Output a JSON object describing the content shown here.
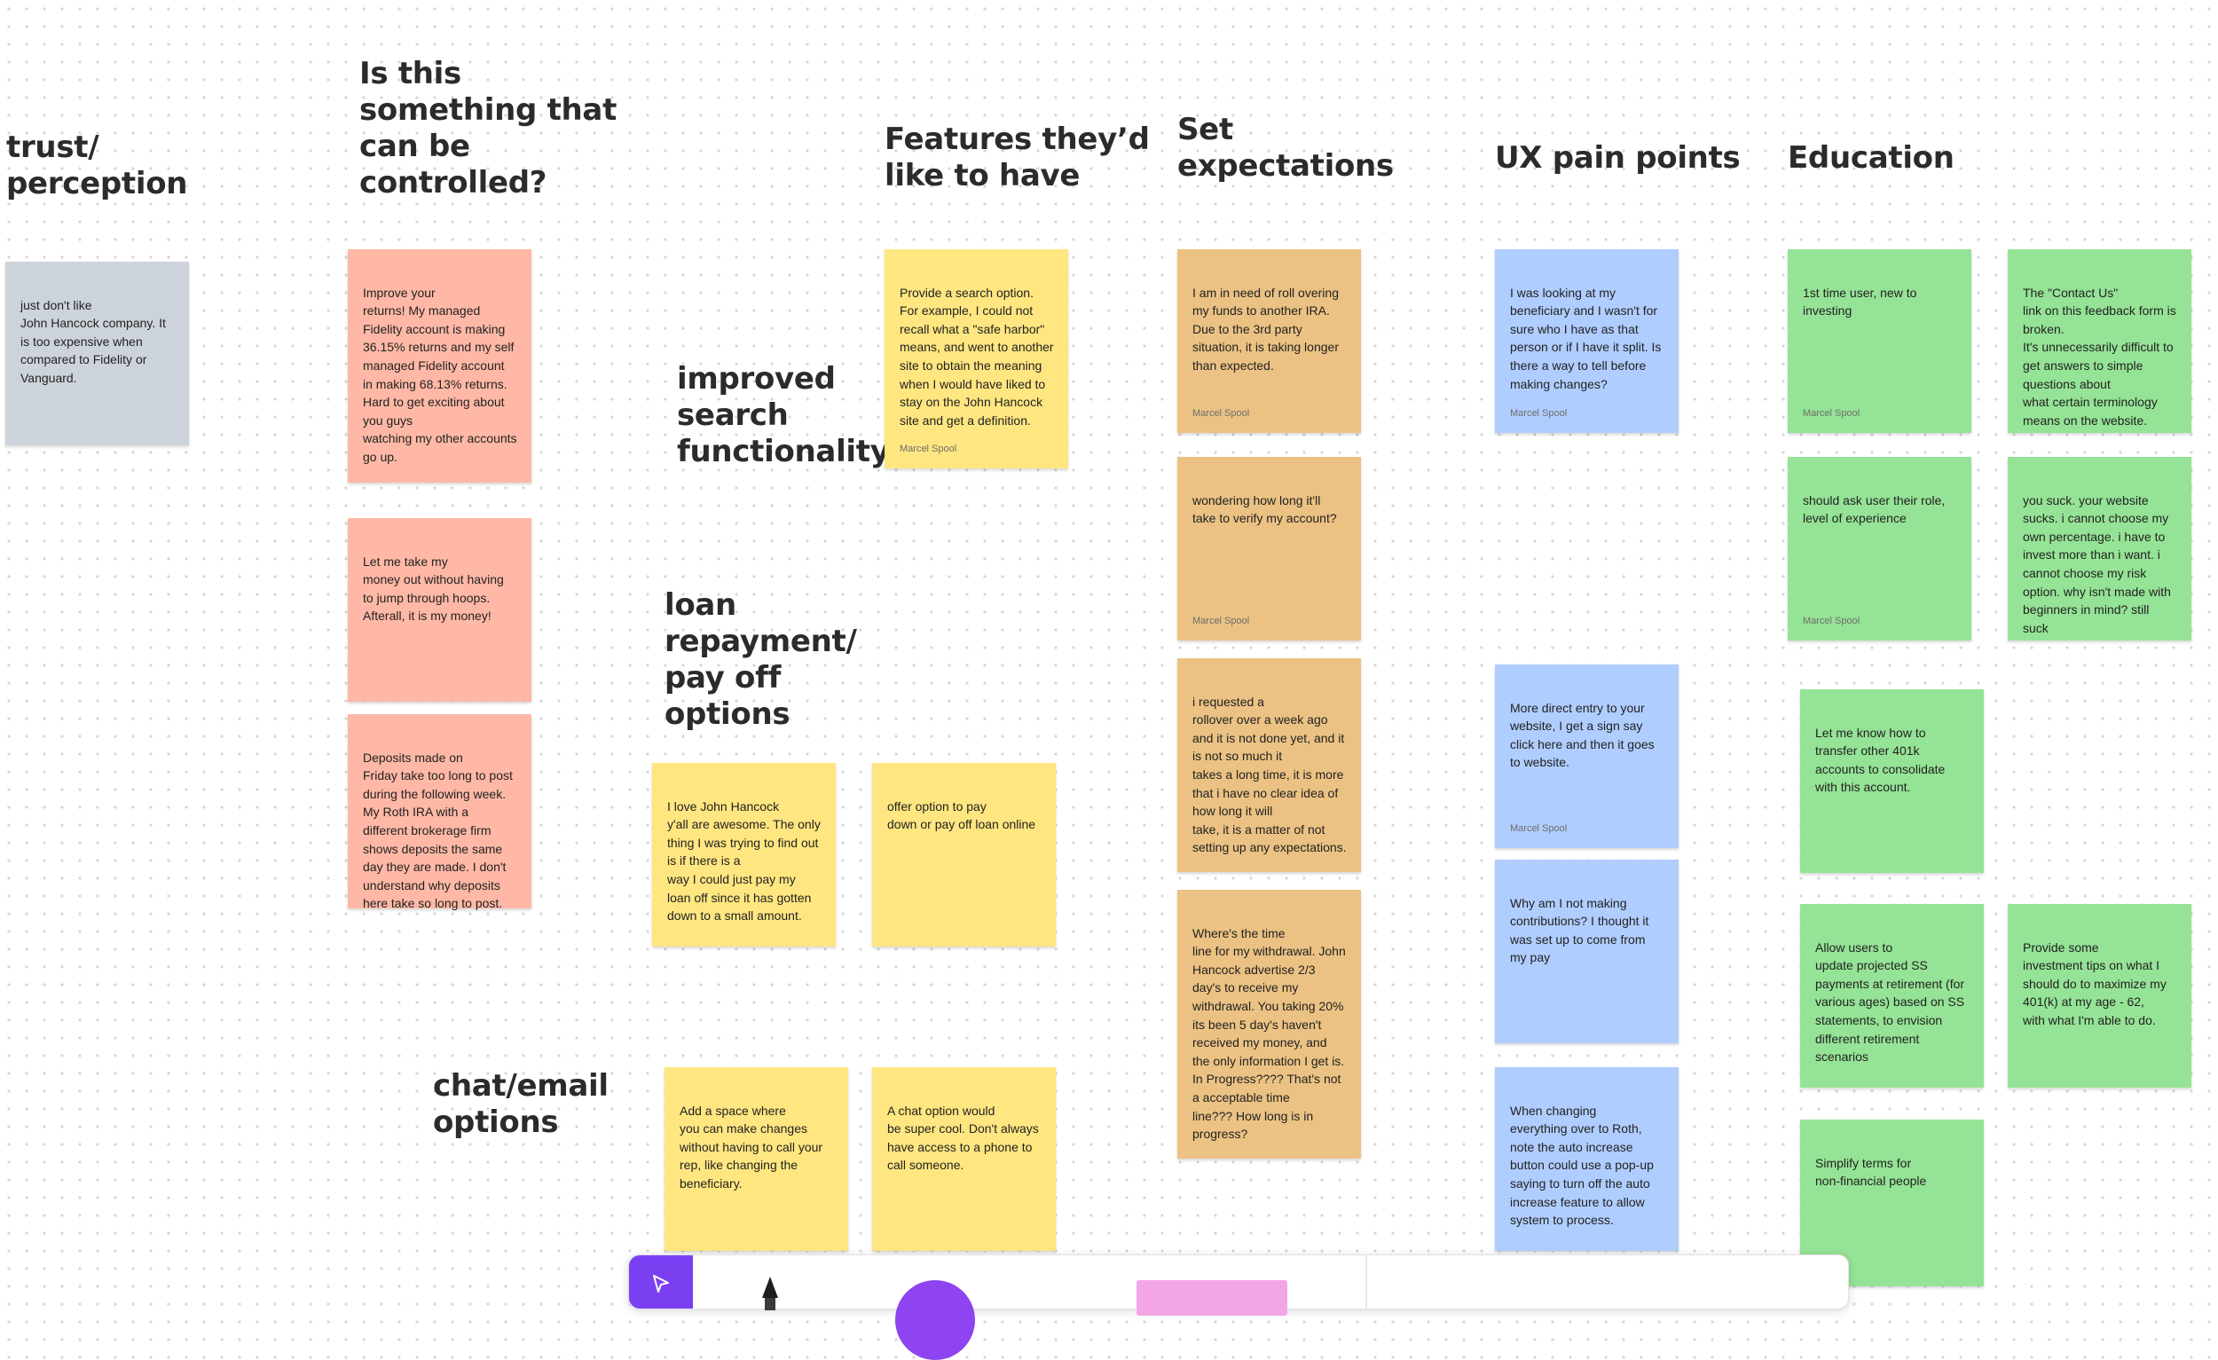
{
  "colors": {
    "gray": "#cdd3db",
    "salmon": "#ffb8a6",
    "yellow": "#ffe680",
    "orange": "#ebc283",
    "blue": "#b0cdff",
    "green": "#95e396"
  },
  "headings": [
    {
      "id": "trust",
      "text": "trust/\nperception"
    },
    {
      "id": "controlled",
      "text": "Is this\nsomething that\ncan be\ncontrolled?"
    },
    {
      "id": "search",
      "text": "improved\nsearch\nfunctionality"
    },
    {
      "id": "loan",
      "text": "loan\nrepayment/\npay off\noptions"
    },
    {
      "id": "chat",
      "text": "chat/email\noptions"
    },
    {
      "id": "features",
      "text": "Features they’d\nlike to have"
    },
    {
      "id": "expectations",
      "text": "Set\nexpectations"
    },
    {
      "id": "ux",
      "text": "UX pain points"
    },
    {
      "id": "education",
      "text": "Education"
    }
  ],
  "stickies": [
    {
      "id": "trust-1",
      "text": "just don't like\n   John Hancock company.  It is too expensive when compared to Fidelity or\n   Vanguard.",
      "author": ""
    },
    {
      "id": "ctrl-1",
      "text": "Improve your\n   returns! My managed Fidelity account is making 36.15% returns and my self\n   managed Fidelity account in making 68.13% returns.  Hard to get exciting about you guys\n   watching my other accounts go up.",
      "author": ""
    },
    {
      "id": "ctrl-2",
      "text": "Let me take my\n   money out without having to jump through hoops.  Afterall, it is my money!",
      "author": ""
    },
    {
      "id": "ctrl-3",
      "text": "Deposits made on\n   Friday take too long to post during the following week. My Roth IRA with a\n   different brokerage firm shows deposits the same day they are made. I don't\n   understand why deposits here take so long to post.",
      "author": ""
    },
    {
      "id": "feat-1",
      "text": "Provide a search option. For example, I could not recall what a \"safe harbor\" means, and went to another site to obtain the meaning when I would have liked to stay on the John Hancock site and get a definition.",
      "author": "Marcel Spool"
    },
    {
      "id": "loan-1",
      "text": "I love John Hancock\n   y'all are awesome. The only thing I was trying to find out is if there is a\n   way I could just pay my loan off since it has gotten down to a small amount.",
      "author": ""
    },
    {
      "id": "loan-2",
      "text": "offer option to pay\n   down or pay off loan online",
      "author": ""
    },
    {
      "id": "chat-1",
      "text": "Add a space where\n   you can make changes without having to call your rep, like changing the\n   beneficiary.",
      "author": ""
    },
    {
      "id": "chat-2",
      "text": "A chat option would\n   be super cool. Don't always have access to a phone to call someone.",
      "author": ""
    },
    {
      "id": "exp-1",
      "text": "I am in need of roll overing my funds to another IRA.  Due to the 3rd party situation, it is taking longer than expected.",
      "author": "Marcel Spool"
    },
    {
      "id": "exp-2",
      "text": "wondering how long it'll take to verify my account?",
      "author": "Marcel Spool"
    },
    {
      "id": "exp-3",
      "text": "i requested a\n   rollover over a week ago and it is not done yet, and it is not so much it\n   takes a long time, it is more that i have no clear idea of how long it will\n   take, it is a matter of not setting up any expectations.",
      "author": ""
    },
    {
      "id": "exp-4",
      "text": "Where's the time\n   line for my withdrawal. John Hancock advertise 2/3 day's to receive my\n   withdrawal. You taking 20% its been 5 day's haven't received my money, and\n   the only information I get is. In Progress???? That's not a acceptable time\n   line??? How long is in progress?",
      "author": ""
    },
    {
      "id": "ux-1",
      "text": "I was looking at my beneficiary and I wasn't for sure who I have as that person or if I have it split. Is there a way to tell before making changes?",
      "author": "Marcel Spool"
    },
    {
      "id": "ux-2",
      "text": "More direct entry to your website, I get a sign say click here and then it goes to website.",
      "author": "Marcel Spool"
    },
    {
      "id": "ux-3",
      "text": "Why am I not making\n   contributions? I thought it was set up to come from my pay",
      "author": ""
    },
    {
      "id": "ux-4",
      "text": "When changing\n   everything over to Roth, note the auto increase button could use a pop-up\n   saying to turn off the auto increase feature to allow system to process.",
      "author": ""
    },
    {
      "id": "edu-1",
      "text": "1st time user, new to investing",
      "author": "Marcel Spool"
    },
    {
      "id": "edu-2",
      "text": "The \"Contact Us\"\n   link on this feedback form is broken.\n   It's unnecessarily difficult to get answers to simple questions about\n   what certain terminology means on the website.",
      "author": ""
    },
    {
      "id": "edu-3",
      "text": "should ask user their role, level of experience",
      "author": "Marcel Spool"
    },
    {
      "id": "edu-4",
      "text": "you suck.  your website sucks.  i cannot choose my own percentage.  i have to invest more than i want.  i cannot choose my risk option.  why isn't made with beginners in mind?  still suck",
      "author": ""
    },
    {
      "id": "edu-5",
      "text": "Let me know how to\n   transfer other 401k accounts to consolidate with this account.",
      "author": ""
    },
    {
      "id": "edu-6",
      "text": "Allow users to\n   update projected SS payments at retirement (for various ages) based on SS\n   statements, to envision different retirement scenarios",
      "author": ""
    },
    {
      "id": "edu-7",
      "text": "Provide some\n   investment tips on what I should do to maximize my 401(k) at my age - 62,\n   with what I'm able to do.",
      "author": ""
    },
    {
      "id": "edu-8",
      "text": "Simplify terms for\n   non-financial people",
      "author": ""
    }
  ],
  "toolbar": {
    "icons": [
      "select-cursor-icon",
      "pen-icon",
      "shape-icon",
      "sticky-note-icon"
    ]
  }
}
